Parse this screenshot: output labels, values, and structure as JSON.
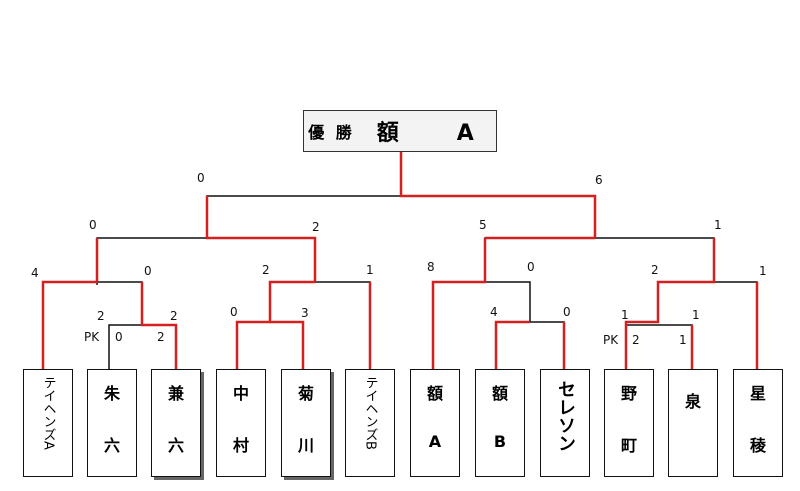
{
  "champion": {
    "label": "優 勝",
    "name": "額　A"
  },
  "teams": [
    {
      "l1": "テイヘンズA",
      "l2": "",
      "vertical": true
    },
    {
      "l1": "朱",
      "l2": "六"
    },
    {
      "l1": "兼",
      "l2": "六"
    },
    {
      "l1": "中",
      "l2": "村"
    },
    {
      "l1": "菊",
      "l2": "川"
    },
    {
      "l1": "テイヘンズB",
      "l2": "",
      "vertical": true
    },
    {
      "l1": "額",
      "l2": "A"
    },
    {
      "l1": "額",
      "l2": "B"
    },
    {
      "l1": "セレソン",
      "l2": "",
      "verticalBig": true
    },
    {
      "l1": "野",
      "l2": "町"
    },
    {
      "l1": "泉",
      "l2": ""
    },
    {
      "l1": "星",
      "l2": "稜"
    }
  ],
  "scores": {
    "final": [
      "0",
      "6"
    ],
    "sf_left": [
      "0",
      "2"
    ],
    "sf_right": [
      "5",
      "1"
    ],
    "qf1": [
      "4",
      "0"
    ],
    "qf2": [
      "2",
      "1"
    ],
    "qf3": [
      "8",
      "0"
    ],
    "qf4": [
      "2",
      "1"
    ],
    "r1_a": [
      "2",
      "2"
    ],
    "r1_a_pk_label": "PK",
    "r1_a_pk": [
      "0",
      "2"
    ],
    "r1_b": [
      "0",
      "3"
    ],
    "r1_c": [
      "4",
      "0"
    ],
    "r1_d": [
      "1",
      "1"
    ],
    "r1_d_pk_label": "PK",
    "r1_d_pk": [
      "2",
      "1"
    ]
  },
  "colors": {
    "win": "#d42020",
    "line": "#111111"
  }
}
